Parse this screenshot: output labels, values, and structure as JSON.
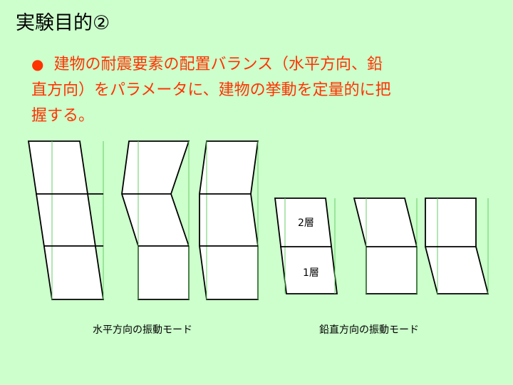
{
  "title": "実験目的②",
  "bullet": {
    "symbol": "●",
    "lines": [
      "建物の耐震要素の配置バランス（水平方向、鉛",
      "直方向）をパラメータに、建物の挙動を定量的に把",
      "握する。"
    ]
  },
  "captions": {
    "horizontal": "水平方向の振動モード",
    "vertical": "鉛直方向の振動モード"
  },
  "floor_labels": {
    "second": "2層",
    "first": "1層"
  },
  "colors": {
    "background": "#ccffcc",
    "bullet_text": "#ff3300",
    "building_fill": "#ffffff",
    "outline": "#000000",
    "grid": "#66cc66"
  }
}
